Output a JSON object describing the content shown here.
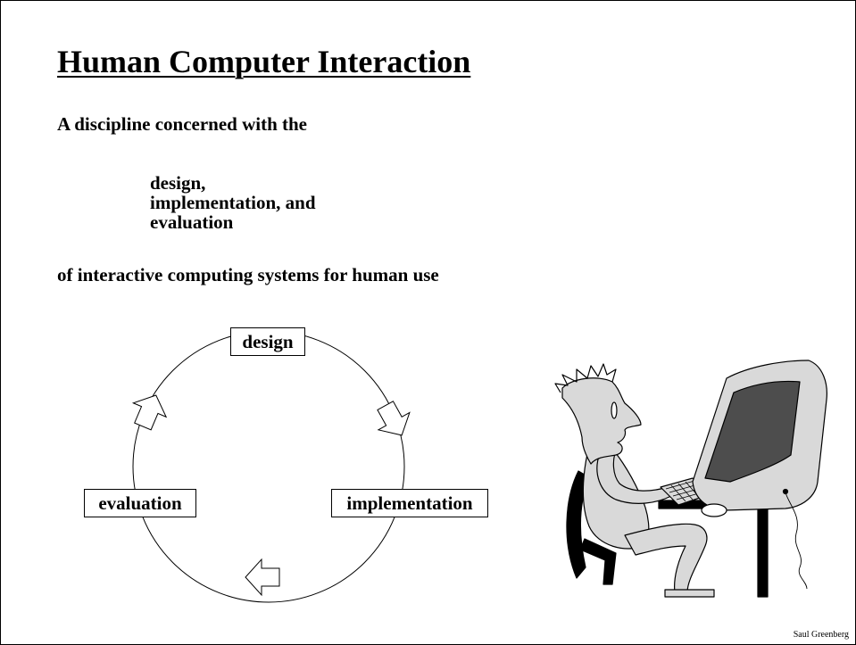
{
  "slide": {
    "title": "Human Computer Interaction",
    "intro": "A discipline concerned with the",
    "aspects": [
      "design,",
      "implementation, and",
      "evaluation"
    ],
    "outro": "of interactive computing systems for human use"
  },
  "cycle_diagram": {
    "nodes": {
      "design": "design",
      "implementation": "implementation",
      "evaluation": "evaluation"
    }
  },
  "illustration": {
    "icon": "person-at-computer-illustration"
  },
  "footer": {
    "author": "Saul Greenberg"
  }
}
